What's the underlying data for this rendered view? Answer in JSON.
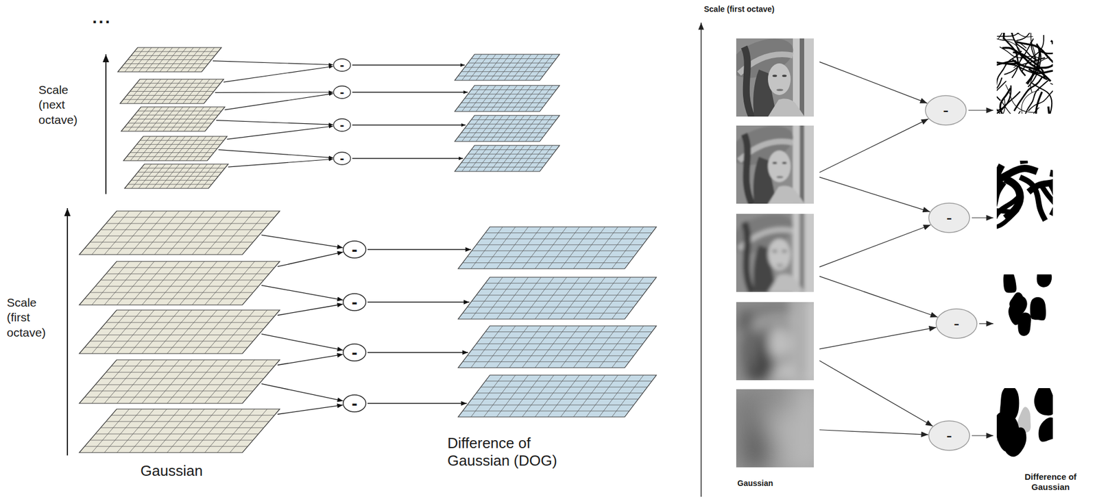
{
  "diagram": {
    "nodes": [
      {
        "text": [
          "-"
        ]
      },
      {
        "text": [
          "-"
        ]
      },
      {
        "text": [
          "-"
        ]
      },
      {
        "text": [
          "-"
        ]
      },
      {
        "text": [
          "-"
        ]
      },
      {
        "text": [
          "-"
        ]
      },
      {
        "text": [
          "-"
        ]
      },
      {
        "text": [
          "-"
        ]
      },
      {
        "text": [
          "-"
        ]
      },
      {
        "text": [
          "-"
        ]
      },
      {
        "text": [
          "-"
        ]
      },
      {
        "text": [
          "-"
        ]
      }
    ],
    "labels": [
      "...",
      "Scale (next octave)",
      "Scale (first octave)",
      "Gaussian",
      "Difference of Gaussian (DOG)",
      "Scale (first octave)",
      "Gaussian",
      "Difference of Gaussian"
    ]
  }
}
